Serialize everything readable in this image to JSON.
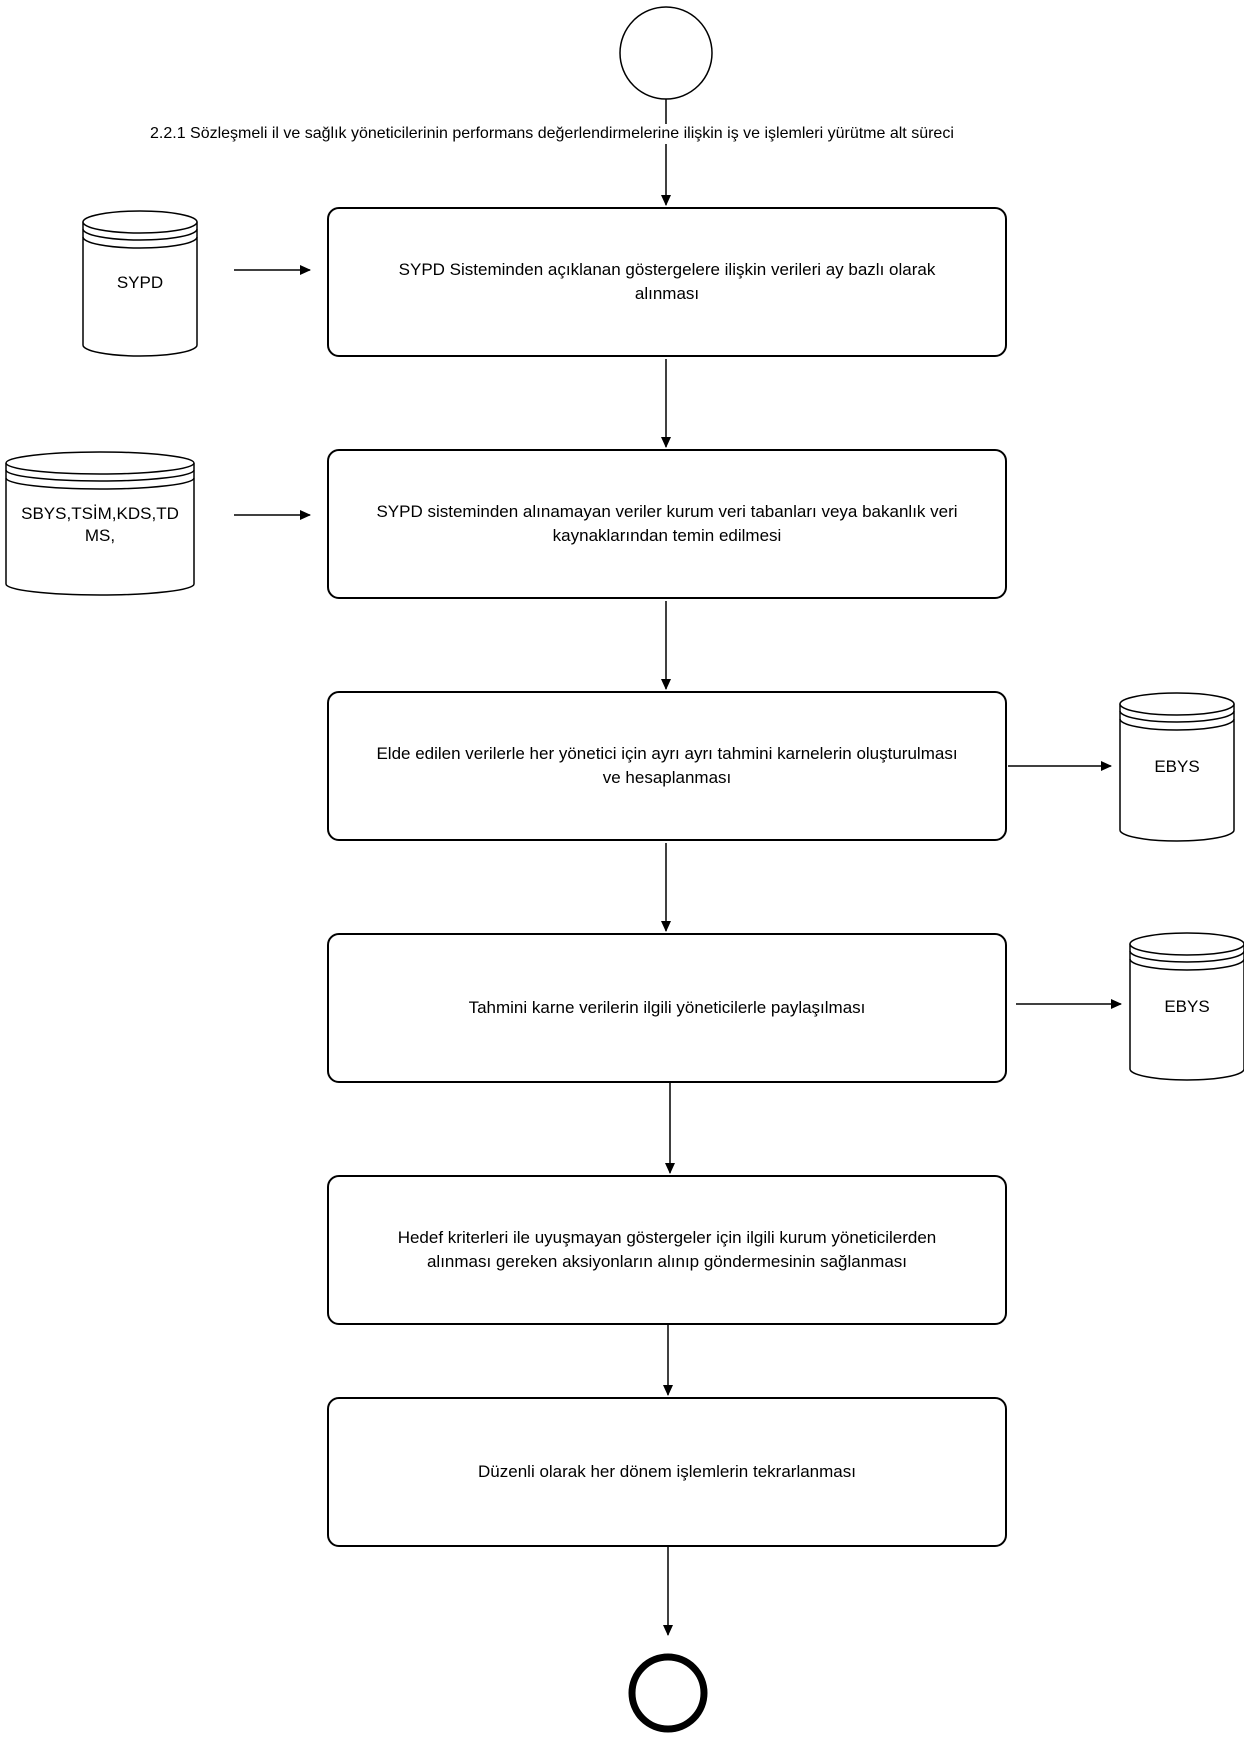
{
  "title": "2.2.1 Sözleşmeli il ve sağlık yöneticilerinin performans değerlendirmelerine ilişkin iş ve işlemleri yürütme alt süreci",
  "steps": [
    "SYPD Sisteminden açıklanan göstergelere ilişkin verileri ay bazlı olarak alınması",
    "SYPD sisteminden alınamayan veriler kurum veri tabanları veya bakanlık veri kaynaklarından temin edilmesi",
    "Elde edilen verilerle her yönetici için ayrı ayrı tahmini karnelerin oluşturulması ve hesaplanması",
    "Tahmini karne verilerin ilgili yöneticilerle paylaşılması",
    "Hedef kriterleri ile uyuşmayan göstergeler için ilgili kurum yöneticilerden alınması gereken aksiyonların alınıp göndermesinin sağlanması",
    "Düzenli olarak her dönem işlemlerin tekrarlanması"
  ],
  "datastores": {
    "sypd": "SYPD",
    "sbys": "SBYS,TSİM,KDS,TD MS,",
    "ebys_1": "EBYS",
    "ebys_2": "EBYS"
  }
}
